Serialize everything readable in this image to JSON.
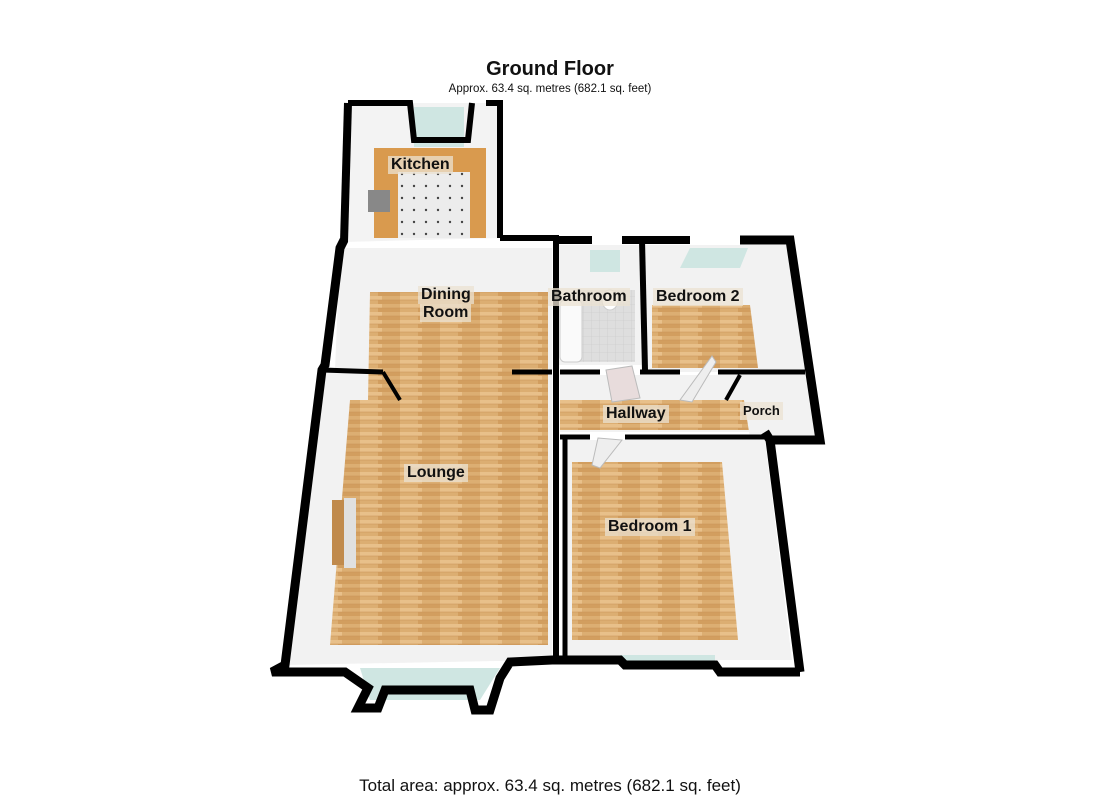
{
  "header": {
    "title": "Ground Floor",
    "subtitle": "Approx. 63.4 sq. metres (682.1 sq. feet)"
  },
  "rooms": [
    {
      "id": "kitchen",
      "label": "Kitchen"
    },
    {
      "id": "dining",
      "label_line1": "Dining",
      "label_line2": "Room"
    },
    {
      "id": "bathroom",
      "label": "Bathroom"
    },
    {
      "id": "bedroom2",
      "label": "Bedroom 2"
    },
    {
      "id": "hallway",
      "label": "Hallway"
    },
    {
      "id": "porch",
      "label": "Porch"
    },
    {
      "id": "lounge",
      "label": "Lounge"
    },
    {
      "id": "bedroom1",
      "label": "Bedroom 1"
    }
  ],
  "footer": {
    "total_area": "Total area: approx. 63.4 sq. metres (682.1 sq. feet)"
  },
  "colors": {
    "wall": "#000000",
    "floor_wood": "#d9a86a",
    "wall_face": "#f2f2f2",
    "window_glass": "#cfe6e2",
    "kitchen_tile": "#e9e9e9",
    "bath_tile": "#dcdcdc",
    "worktop": "#d99a4e"
  }
}
